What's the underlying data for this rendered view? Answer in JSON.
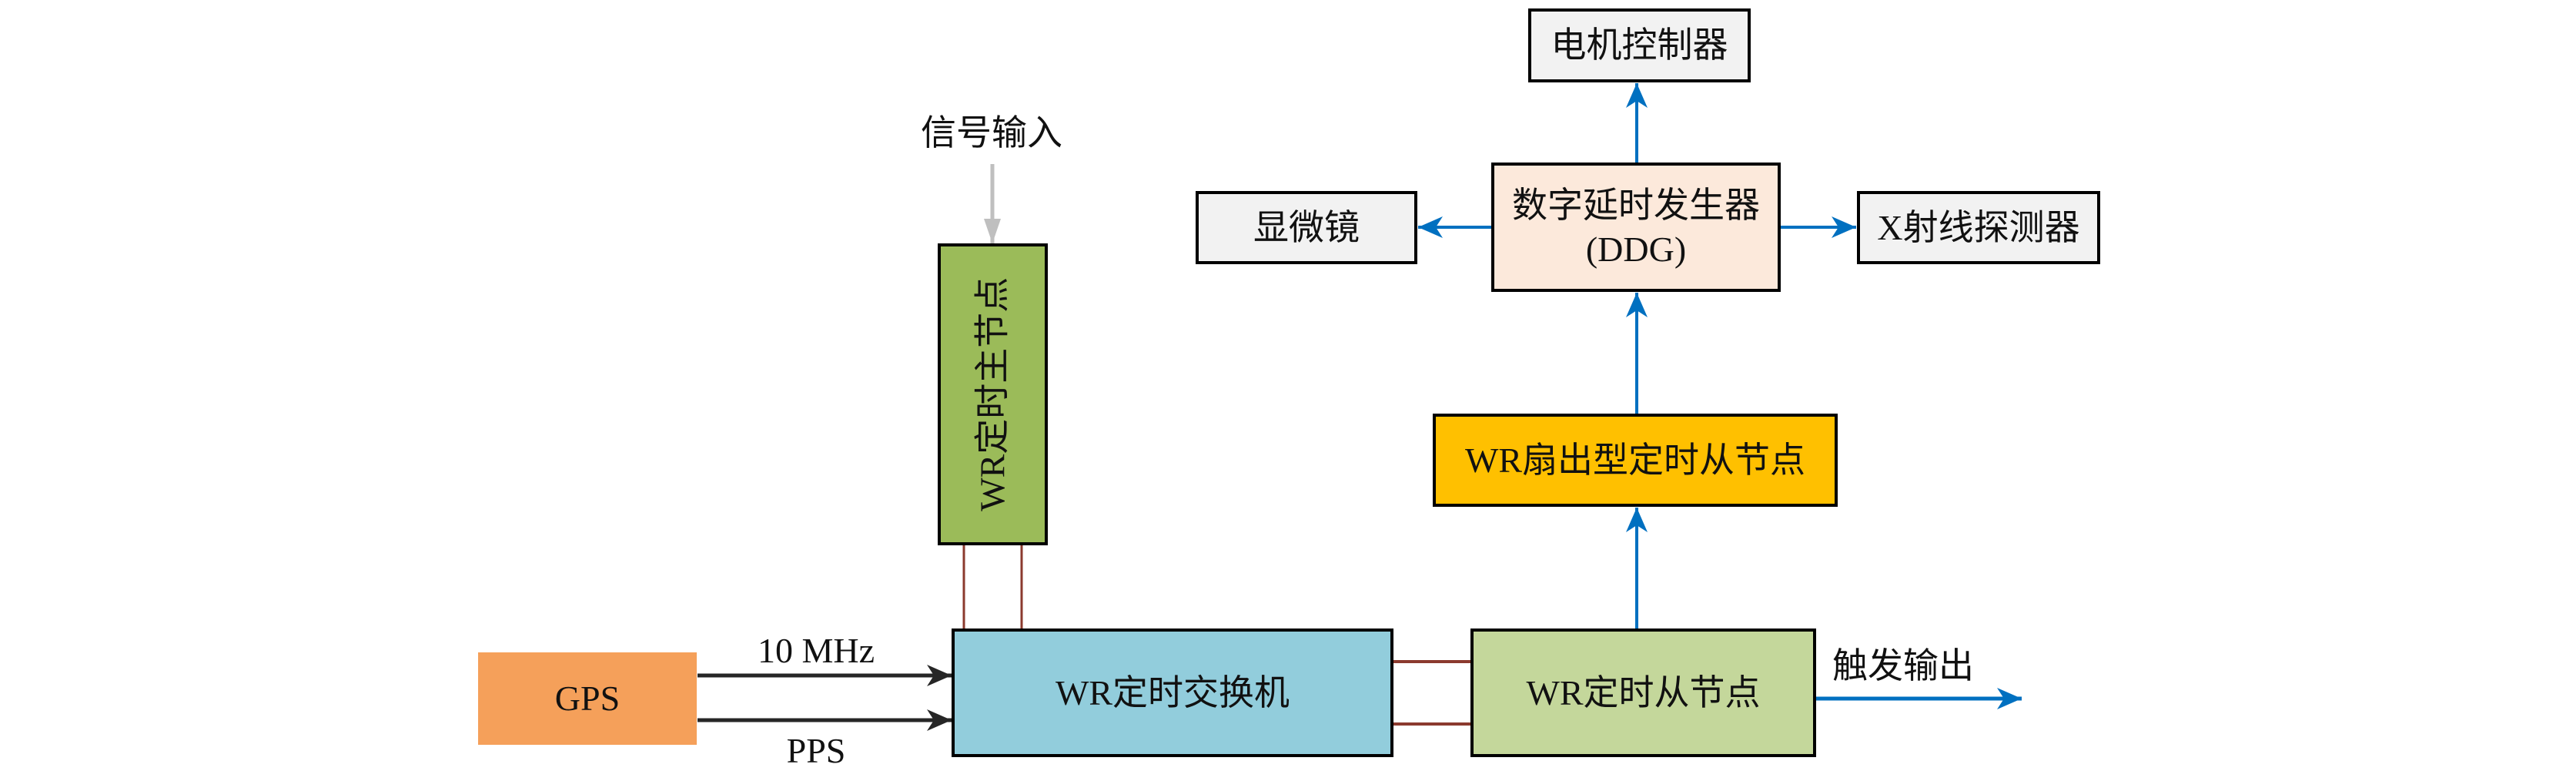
{
  "diagram": {
    "nodes": {
      "gps": {
        "label": "GPS",
        "fill": "#F5A05A"
      },
      "master": {
        "label": "WR定时主节点",
        "fill": "#9BBB59"
      },
      "switch": {
        "label": "WR定时交换机",
        "fill": "#92CDDC"
      },
      "slave": {
        "label": "WR定时从节点",
        "fill": "#C4D79B"
      },
      "fanout": {
        "label": "WR扇出型定时从节点",
        "fill": "#FFC000"
      },
      "ddg": {
        "label_line1": "数字延时发生器",
        "label_line2": "(DDG)",
        "fill": "#FCE9DB"
      },
      "motor": {
        "label": "电机控制器",
        "fill": "#F2F2F2"
      },
      "microscope": {
        "label": "显微镜",
        "fill": "#F2F2F2"
      },
      "xray": {
        "label": "X射线探测器",
        "fill": "#F2F2F2"
      }
    },
    "edge_labels": {
      "signal_input": "信号输入",
      "clock_10mhz": "10 MHz",
      "pps": "PPS",
      "trigger_output": "触发输出"
    },
    "edges": [
      {
        "from": "信号输入",
        "to": "WR定时主节点",
        "style": "gray-arrow"
      },
      {
        "from": "GPS",
        "to": "WR定时交换机",
        "label": "10 MHz",
        "style": "black-arrow"
      },
      {
        "from": "GPS",
        "to": "WR定时交换机",
        "label": "PPS",
        "style": "black-arrow"
      },
      {
        "from": "WR定时主节点",
        "to": "WR定时交换机",
        "style": "red-double-line"
      },
      {
        "from": "WR定时交换机",
        "to": "WR定时从节点",
        "style": "red-double-line"
      },
      {
        "from": "WR定时从节点",
        "to": "WR扇出型定时从节点",
        "style": "blue-arrow"
      },
      {
        "from": "WR扇出型定时从节点",
        "to": "数字延时发生器(DDG)",
        "style": "blue-arrow"
      },
      {
        "from": "数字延时发生器(DDG)",
        "to": "电机控制器",
        "style": "blue-arrow"
      },
      {
        "from": "数字延时发生器(DDG)",
        "to": "显微镜",
        "style": "blue-arrow"
      },
      {
        "from": "数字延时发生器(DDG)",
        "to": "X射线探测器",
        "style": "blue-arrow"
      },
      {
        "from": "WR定时从节点",
        "to": "触发输出",
        "style": "blue-arrow"
      }
    ],
    "colors": {
      "blue_arrow": "#0070C0",
      "black_arrow": "#262626",
      "gray_arrow": "#BFBFBF",
      "red_link": "#8B3A2E",
      "border": "#000000"
    }
  }
}
